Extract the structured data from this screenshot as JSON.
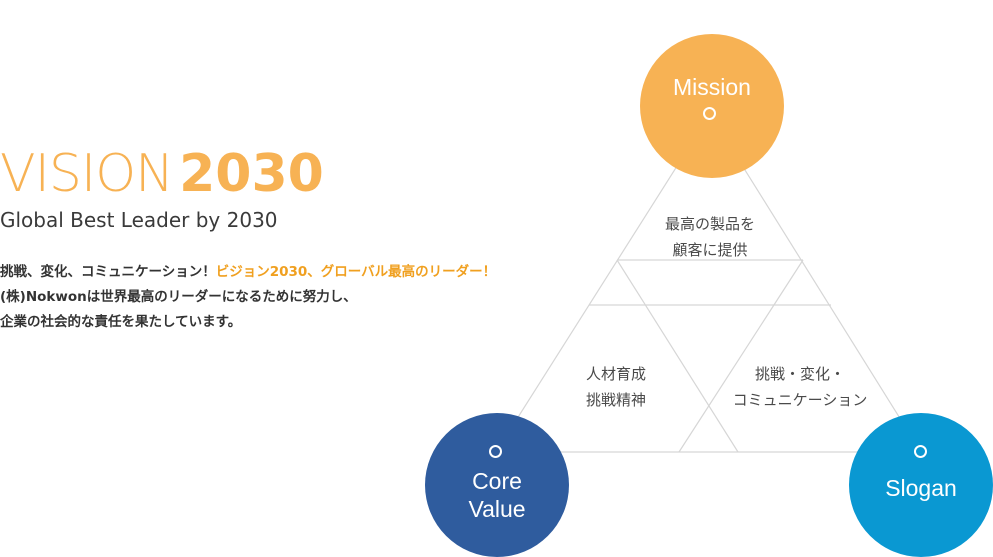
{
  "vision": {
    "title_word": "VISION",
    "title_year": "2030",
    "subtitle": "Global Best Leader by 2030"
  },
  "description": {
    "line1_normal": "挑戦、変化、コミュニケーション！",
    "line1_highlight": "ビジョン2030、グローバル最高のリーダー！",
    "line2": " (株)Nokwonは世界最高のリーダーになるために努力し、",
    "line3": "企業の社会的な責任を果たしています。"
  },
  "circles": {
    "mission": "Mission",
    "core_value_line1": "Core",
    "core_value_line2": "Value",
    "slogan": "Slogan"
  },
  "triangle": {
    "top_line1": "最高の製品を",
    "top_line2": "顧客に提供",
    "left_line1": "人材育成",
    "left_line2": "挑戦精神",
    "right_line1": "挑戦・変化・",
    "right_line2": "コミュニケーション"
  },
  "colors": {
    "mission": "#f7b254",
    "core_value": "#2f5c9e",
    "slogan": "#0a98d2",
    "accent": "#f0a020"
  }
}
